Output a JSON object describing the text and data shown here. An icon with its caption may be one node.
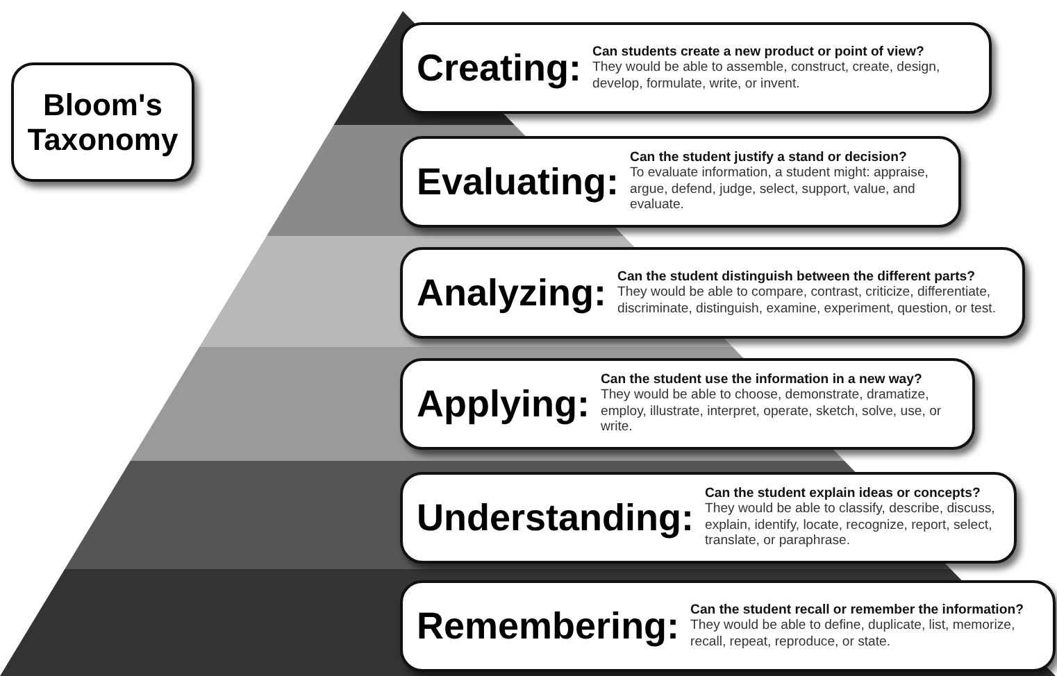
{
  "diagram": {
    "nodes": [
      {
        "text": [
          "Bloom's Taxonomy"
        ]
      },
      {
        "text": [
          "Creating:",
          "Can students create a new product or point of view?",
          "They would be able to assemble, construct, create, design, develop, formulate, write, or invent."
        ]
      },
      {
        "text": [
          "Evaluating:",
          "Can the student justify a stand or decision?",
          "To evaluate information, a student might: appraise, argue, defend, judge, select, support, value, and evaluate."
        ]
      },
      {
        "text": [
          "Analyzing:",
          "Can the student distinguish between the different parts?",
          "They would be able to compare, contrast, criticize, differentiate, discriminate, distinguish, examine, experiment, question, or test."
        ]
      },
      {
        "text": [
          "Applying:",
          "Can the student use the information in a new way?",
          "They would be able to choose, demonstrate, dramatize, employ, illustrate, interpret, operate, sketch, solve, use, or write."
        ]
      },
      {
        "text": [
          "Understanding:",
          "Can the student explain ideas or concepts?",
          "They would be able to classify, describe, discuss, explain, identify, locate, recognize, report, select, translate, or paraphrase."
        ]
      },
      {
        "text": [
          "Remembering:",
          "Can the student recall or remember the information?",
          "They would be able to define, duplicate, list, memorize, recall, repeat, reproduce, or state."
        ]
      }
    ],
    "edges": []
  }
}
